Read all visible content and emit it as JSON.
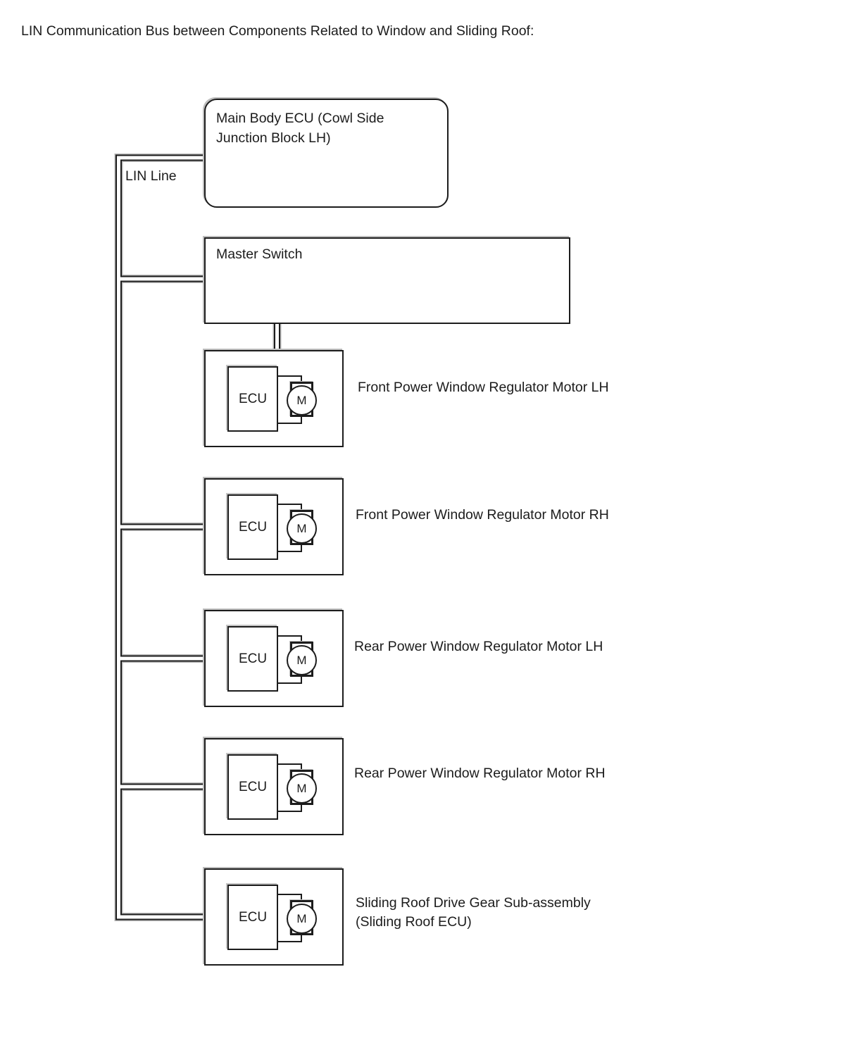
{
  "page": {
    "title": "LIN Communication Bus between Components Related to Window and Sliding Roof:"
  },
  "bus": {
    "label": "LIN Line"
  },
  "main_body_ecu": {
    "line1": "Main Body ECU (Cowl Side",
    "line2": "Junction Block LH)"
  },
  "master_switch": {
    "label": "Master Switch"
  },
  "modules": [
    {
      "ecu": "ECU",
      "motor": "M",
      "caption1": "Front Power Window Regulator Motor LH",
      "caption2": ""
    },
    {
      "ecu": "ECU",
      "motor": "M",
      "caption1": "Front Power Window Regulator Motor RH",
      "caption2": ""
    },
    {
      "ecu": "ECU",
      "motor": "M",
      "caption1": "Rear Power Window Regulator Motor LH",
      "caption2": ""
    },
    {
      "ecu": "ECU",
      "motor": "M",
      "caption1": "Rear Power Window Regulator Motor RH",
      "caption2": ""
    },
    {
      "ecu": "ECU",
      "motor": "M",
      "caption1": "Sliding Roof Drive Gear Sub-assembly",
      "caption2": "(Sliding Roof ECU)"
    }
  ],
  "colors": {
    "line": "#1c1c1c",
    "background": "#ffffff",
    "shadow": "#bdbdbd"
  }
}
